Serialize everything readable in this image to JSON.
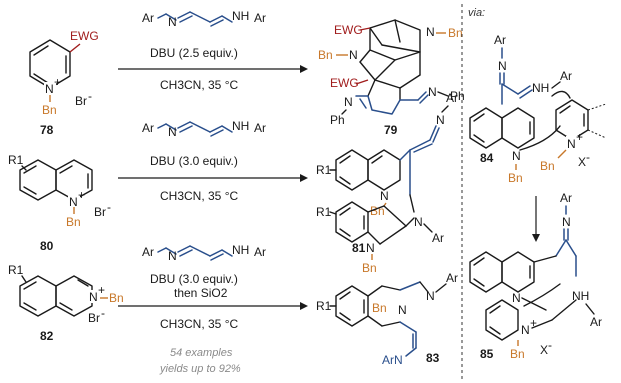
{
  "colors": {
    "blue": "#2a4f8c",
    "orange": "#c8782a",
    "red": "#a01c1c",
    "black": "#1a1a1a",
    "grey": "#8a8a8a"
  },
  "reagent_generic": {
    "ar_left": "Ar",
    "n_left": "N",
    "nh": "NH",
    "ar_right": "Ar"
  },
  "row1": {
    "substituent": "EWG",
    "n_plus": "N",
    "plus": "+",
    "bn": "Bn",
    "counterion": "Br",
    "minus": "-",
    "label": "78",
    "condition_top": "DBU (2.5 equiv.)",
    "condition_bottom": "CH3CN, 35 °C",
    "product": {
      "ewg_top": "EWG",
      "n1": "N",
      "bn1": "Bn",
      "bn2": "Bn",
      "n2": "N",
      "ewg_bottom": "EWG",
      "ph": "Ph",
      "n3": "N",
      "n_imine": "N",
      "ph2": "Ph",
      "label": "79"
    }
  },
  "row2": {
    "r1": "R1",
    "n_plus": "N",
    "plus": "+",
    "bn": "Bn",
    "counterion": "Br",
    "minus": "-",
    "label": "80",
    "condition_top": "DBU (3.0 equiv.)",
    "condition_bottom": "CH3CN, 35 °C",
    "product": {
      "r1a": "R1",
      "r1b": "R1",
      "n_top": "N",
      "bn_top": "Bn",
      "n_bot": "N",
      "bn_bot": "Bn",
      "n_ar": "N",
      "ar": "Ar",
      "ar_imine": "Ar",
      "n_imine": "N",
      "label": "81"
    }
  },
  "row3": {
    "r1": "R1",
    "n_plus": "N",
    "plus": "+",
    "bn": "Bn",
    "counterion": "Br",
    "minus": "-",
    "label": "82",
    "condition_top": "DBU (3.0 equiv.)",
    "condition_mid": "then SiO2",
    "condition_bottom": "CH3CN, 35 °C",
    "footnote1": "54 examples",
    "footnote2": "yields up to 92%",
    "product": {
      "r1": "R1",
      "bn": "Bn",
      "n1": "N",
      "n2": "N",
      "ar": "Ar",
      "arn": "ArN",
      "label": "83"
    }
  },
  "mechanism": {
    "via": "via:",
    "int84": {
      "ar_top": "Ar",
      "n_top": "N",
      "nh": "NH",
      "ar_right": "Ar",
      "n": "N",
      "bn": "Bn",
      "n_plus": "N",
      "plus": "+",
      "bn2": "Bn",
      "x": "X",
      "minus": "-",
      "label": "84"
    },
    "int85": {
      "ar_top": "Ar",
      "n_top": "N",
      "n1": "N",
      "nh": "NH",
      "ar": "Ar",
      "n_plus": "N",
      "plus": "+",
      "bn": "Bn",
      "x": "X",
      "minus": "-",
      "label": "85"
    }
  }
}
